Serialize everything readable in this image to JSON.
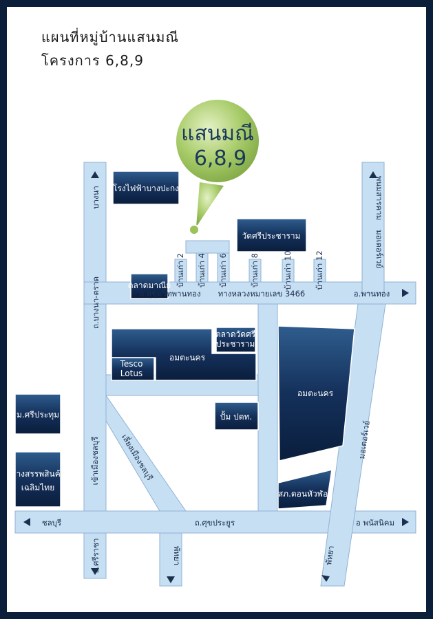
{
  "title": {
    "line1": "แผนที่หมู่บ้านแสนมณี",
    "line2": "โครงการ  6,8,9"
  },
  "callout": {
    "name": "แสนมณี",
    "phases": "6,8,9"
  },
  "buildings": {
    "power_station": "โรงไฟฟ้าบางปะกง",
    "temple": "วัดศรีประชาราม",
    "market_manee": "ตลาดมาณีย์",
    "temple_market_1": "ตลาดวัดศรี",
    "temple_market_2": "ประชาราม",
    "amata_left": "อมตะนคร",
    "tesco_1": "Tesco",
    "tesco_2": "Lotus",
    "university": "ม.ศรีประทุม",
    "mall_1": "ห้างสรรพสินค้า",
    "mall_2": "เฉลิมไทย",
    "gas_station": "ปั้ม ปตท.",
    "amata_right": "อมตะนคร",
    "police_station": "สภ.ดอนหัวฬ่อ"
  },
  "roads": {
    "bang_na": "บางนา",
    "bang_na_trat": "ถ.บางนา-ตราด",
    "sukhumvit": "ถ.สุขุมวิทพานทอง",
    "highway_3466": "ทางหลวงหมายเลข 3466",
    "phan_thong": "อ.พานทอง",
    "phanom": "พนมสารคาม",
    "motorway_top": "มอเตอร์เวย์",
    "motorway_right": "มอเตอร์เวย์",
    "to_chonburi": "เข้าเมืองชลบุรี",
    "bypass": "เลี่ยงเมืองชลบุรี",
    "chonburi": "ชลบุรี",
    "suk_prayoon": "ถ.ศุขประยูร",
    "phanat_nikhom": "อ พนัสนิคม",
    "sriracha": "อ.ศรีราชา",
    "pattaya_left": "พัทยา",
    "pattaya_right": "พัทยา"
  },
  "sois": {
    "s2": "บ้านเก่า 2",
    "s4": "บ้านเก่า 4",
    "s6": "บ้านเก่า 6",
    "s8": "บ้านเก่า 8",
    "s10": "บ้านเก่า 10",
    "s12": "บ้านเก่า 12"
  },
  "colors": {
    "road": "#c7dff3",
    "building": "#14305a",
    "callout": "#9cc25b",
    "frame": "#0b1e3a"
  }
}
